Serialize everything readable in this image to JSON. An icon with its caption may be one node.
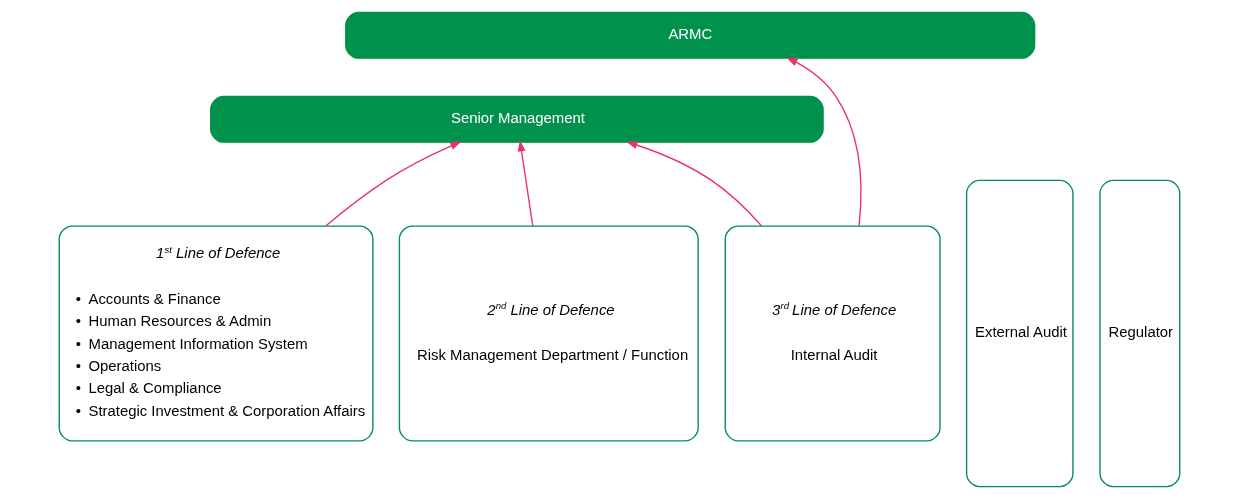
{
  "diagram": {
    "nodes": [
      {
        "text": [
          "ARMC"
        ]
      },
      {
        "text": [
          "Senior Management"
        ]
      },
      {
        "text": [
          "1$^{st}$ Line of Defence",
          "• Accounts & Finance",
          "• Human Resources & Admin",
          "• Management Information System",
          "• Operations",
          "• Legal & Compliance",
          "• Strategic Investment & Corporation Affairs"
        ]
      },
      {
        "text": [
          "2$^{nd}$ Line of Defence",
          "Risk Management Department / Function"
        ]
      },
      {
        "text": [
          "3$^{rd}$ Line of Defence",
          "Internal Audit"
        ]
      },
      {
        "text": [
          "External Audit"
        ]
      },
      {
        "text": [
          "Regulator"
        ]
      }
    ],
    "edges": [
      {
        "from": 2,
        "to": 1,
        "arrow": "to"
      },
      {
        "from": 3,
        "to": 1,
        "arrow": "to"
      },
      {
        "from": 4,
        "to": 1,
        "arrow": "to"
      },
      {
        "from": 4,
        "to": 0,
        "arrow": "to"
      }
    ]
  }
}
